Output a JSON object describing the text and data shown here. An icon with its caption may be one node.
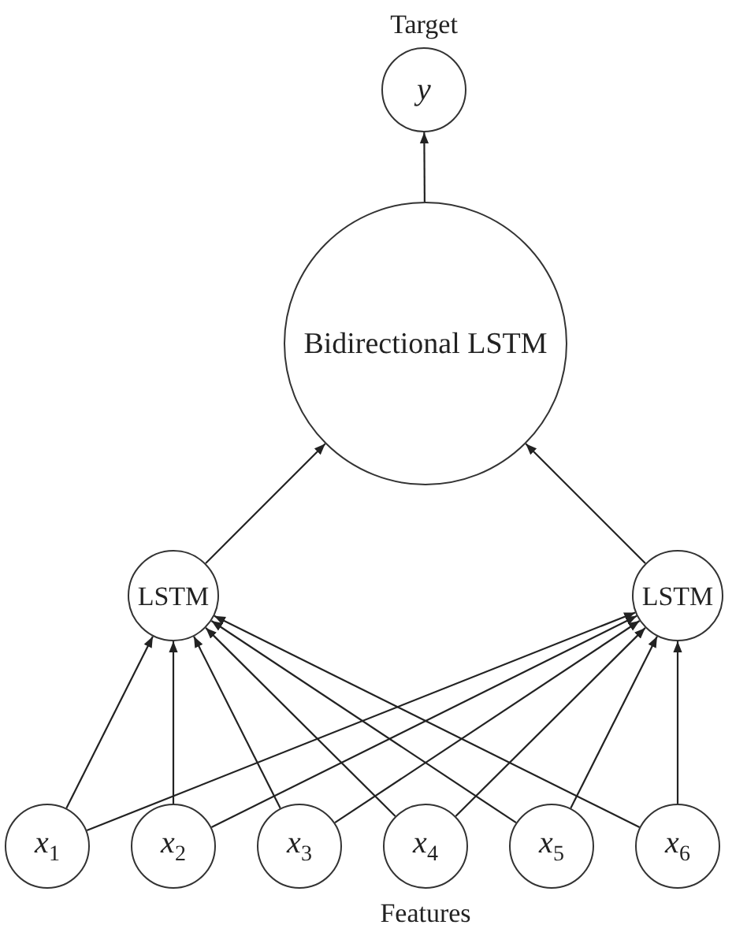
{
  "diagram": {
    "nodes": [
      {
        "text": [
          "y"
        ],
        "beside": [
          "Target"
        ]
      },
      {
        "text": [
          "Bidirectional LSTM"
        ]
      },
      {
        "text": [
          "LSTM"
        ]
      },
      {
        "text": [
          "LSTM"
        ]
      },
      {
        "text": [
          "x$_{1}$"
        ]
      },
      {
        "text": [
          "x$_{2}$"
        ]
      },
      {
        "text": [
          "x$_{3}$"
        ]
      },
      {
        "text": [
          "x$_{4}$"
        ]
      },
      {
        "text": [
          "x$_{5}$"
        ]
      },
      {
        "text": [
          "x$_{6}$"
        ]
      }
    ],
    "edges": [
      {
        "from": 1,
        "to": 0,
        "arrow": "to"
      },
      {
        "from": 2,
        "to": 1,
        "arrow": "to"
      },
      {
        "from": 3,
        "to": 1,
        "arrow": "to"
      },
      {
        "from": 4,
        "to": 2,
        "arrow": "to"
      },
      {
        "from": 4,
        "to": 3,
        "arrow": "to"
      },
      {
        "from": 5,
        "to": 2,
        "arrow": "to"
      },
      {
        "from": 5,
        "to": 3,
        "arrow": "to"
      },
      {
        "from": 6,
        "to": 2,
        "arrow": "to"
      },
      {
        "from": 6,
        "to": 3,
        "arrow": "to"
      },
      {
        "from": 7,
        "to": 2,
        "arrow": "to"
      },
      {
        "from": 7,
        "to": 3,
        "arrow": "to"
      },
      {
        "from": 8,
        "to": 2,
        "arrow": "to"
      },
      {
        "from": 8,
        "to": 3,
        "arrow": "to"
      },
      {
        "from": 9,
        "to": 2,
        "arrow": "to"
      },
      {
        "from": 9,
        "to": 3,
        "arrow": "to"
      }
    ],
    "labels": [
      "Features"
    ]
  }
}
